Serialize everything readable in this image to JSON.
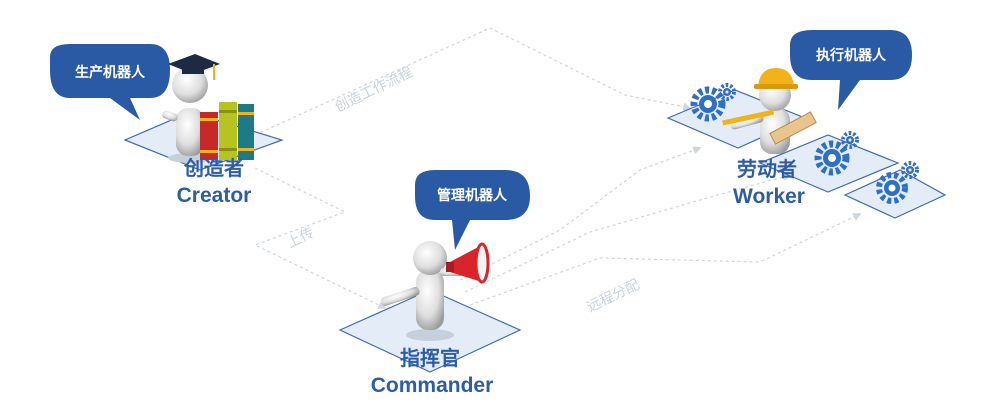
{
  "roles": {
    "creator": {
      "zh": "创造者",
      "en": "Creator",
      "bubble": "生产机器人"
    },
    "commander": {
      "zh": "指挥官",
      "en": "Commander",
      "bubble": "管理机器人"
    },
    "worker": {
      "zh": "劳动者",
      "en": "Worker",
      "bubble": "执行机器人"
    }
  },
  "flows": {
    "create_workflow": "创造工作流程",
    "upload": "上传",
    "remote_dispatch": "远程分配"
  },
  "colors": {
    "bubble": "#2b5aa5",
    "role_text": "#2e5da6",
    "tile_fill": "#e4ecf8",
    "tile_stroke": "#3d6bb3",
    "gear": "#2f6fc4",
    "megaphone": "#d8242a",
    "hardhat": "#f1b21a",
    "mortarboard": "#1d2a44"
  }
}
